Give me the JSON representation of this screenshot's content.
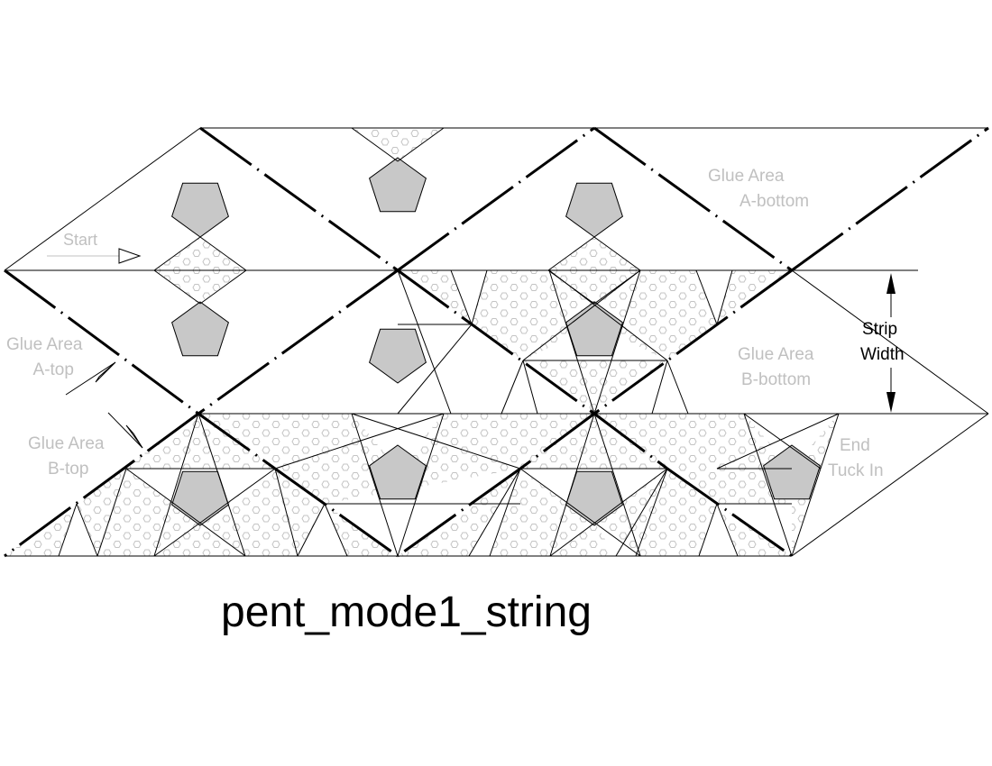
{
  "title": "pent_mode1_string",
  "labels": {
    "start": "Start",
    "glue_a_top": [
      "Glue Area",
      "A-top"
    ],
    "glue_b_top": [
      "Glue Area",
      "B-top"
    ],
    "glue_a_bottom": [
      "Glue Area",
      "A-bottom"
    ],
    "glue_b_bottom": [
      "Glue Area",
      "B-bottom"
    ],
    "strip_width": [
      "Strip",
      "Width"
    ],
    "end_tuck_in": [
      "End",
      "Tuck In"
    ]
  },
  "colors": {
    "line": "#000000",
    "pentagon_fill": "#c8c8c8",
    "hatch": "#c0c0c0",
    "label_gray": "#c0c0c0"
  },
  "legend_semantics": {
    "shaded_pentagon": "pentagon face",
    "hex_dot_pattern": "glue area",
    "dash_dot_line": "fold line"
  }
}
